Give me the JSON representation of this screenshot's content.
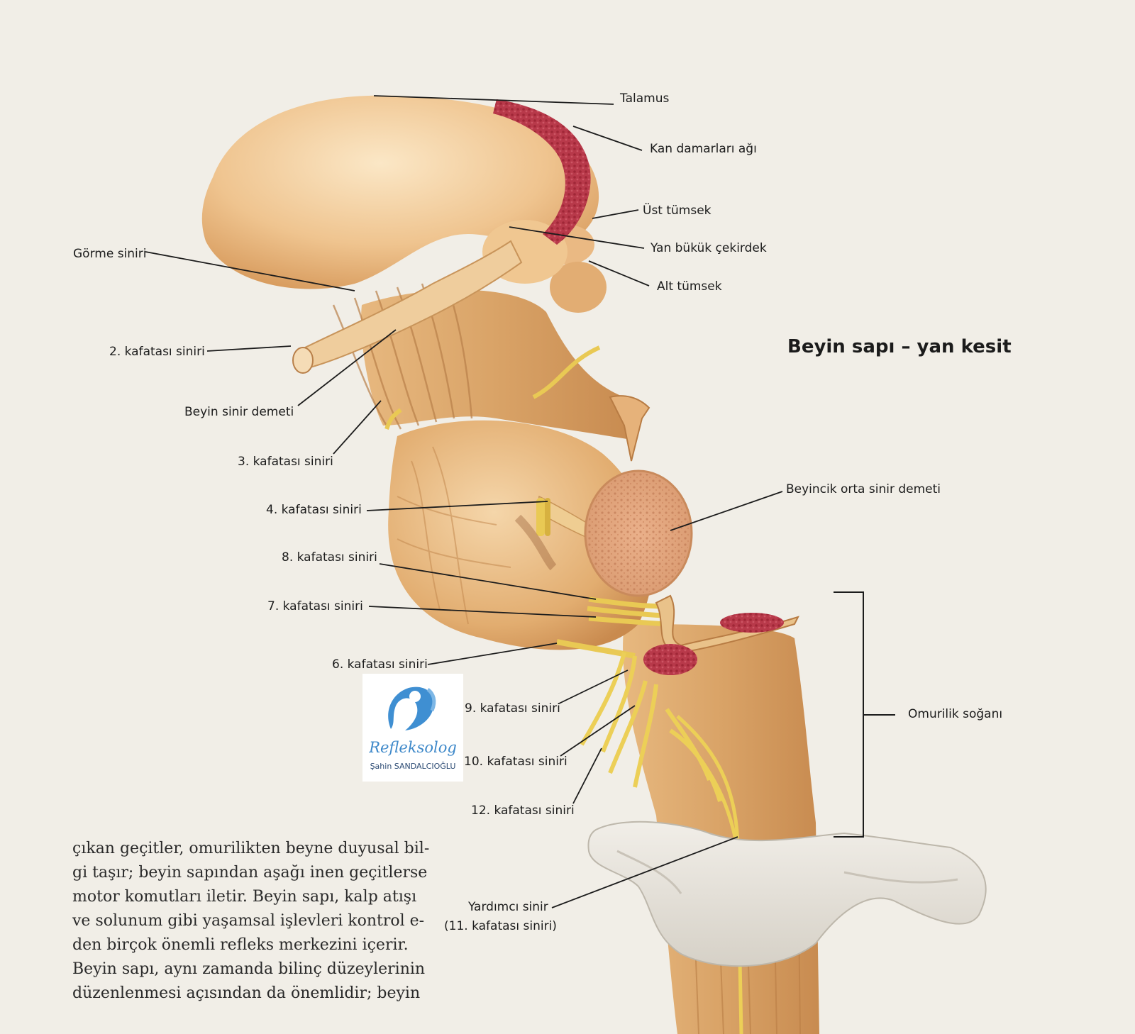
{
  "figure": {
    "title": "Beyin sapı – yan kesit",
    "labels": {
      "talamus": "Talamus",
      "kan_damarlari": "Kan damarları ağı",
      "ust_tumsek": "Üst tümsek",
      "yan_bukuk": "Yan bükük çekirdek",
      "alt_tumsek": "Alt tümsek",
      "gorme_siniri": "Görme siniri",
      "kafatasi_2": "2. kafatası siniri",
      "beyin_sinir_demeti": "Beyin sinir demeti",
      "kafatasi_3": "3. kafatası siniri",
      "kafatasi_4": "4. kafatası siniri",
      "kafatasi_8": "8. kafatası siniri",
      "kafatasi_7": "7. kafatası siniri",
      "kafatasi_6": "6. kafatası siniri",
      "kafatasi_9": "9. kafatası siniri",
      "kafatasi_10": "10. kafatası siniri",
      "kafatasi_12": "12. kafatası siniri",
      "yardimci_sinir": "Yardımcı sinir",
      "yardimci_sinir_sub": "(11. kafatası siniri)",
      "beyincik": "Beyincik orta sinir demeti",
      "omurilik": "Omurilik soğanı"
    }
  },
  "watermark": {
    "brand": "Refleksolog",
    "name": "Şahin SANDALCIOĞLU"
  },
  "body_text": {
    "lines": [
      "çıkan geçitler, omurilikten beyne duyusal bil-",
      "gi taşır; beyin sapından aşağı inen geçitlerse",
      "motor komutları iletir. Beyin sapı, kalp atışı",
      "ve solunum gibi yaşamsal işlevleri kontrol e-",
      "den birçok önemli refleks merkezini içerir.",
      "Beyin sapı, aynı zamanda bilinç düzeylerinin",
      "düzenlenmesi açısından da önemlidir; beyin"
    ]
  },
  "colors": {
    "tissue_light": "#f3cf9e",
    "tissue_mid": "#e2ae72",
    "tissue_dark": "#c98d52",
    "vessel": "#b8394a",
    "nerve": "#f0d25a",
    "bone": "#e8e4dc",
    "text": "#1c1c1c"
  }
}
